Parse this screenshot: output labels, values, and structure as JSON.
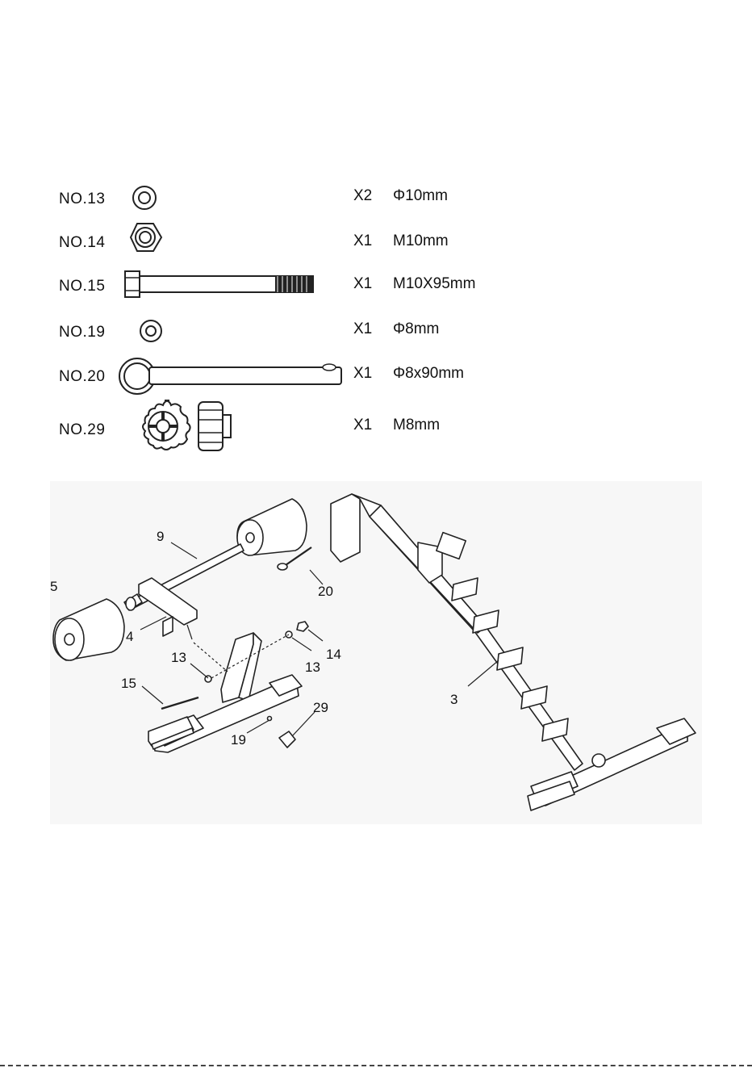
{
  "parts": [
    {
      "no": "NO.13",
      "qty": "X2",
      "spec": "Φ10mm",
      "icon": "washer-icon"
    },
    {
      "no": "NO.14",
      "qty": "X1",
      "spec": "M10mm",
      "icon": "hex-nut-icon"
    },
    {
      "no": "NO.15",
      "qty": "X1",
      "spec": "M10X95mm",
      "icon": "hex-bolt-icon"
    },
    {
      "no": "NO.19",
      "qty": "X1",
      "spec": "Φ8mm",
      "icon": "small-washer-icon"
    },
    {
      "no": "NO.20",
      "qty": "X1",
      "spec": "Φ8x90mm",
      "icon": "ring-pin-icon"
    },
    {
      "no": "NO.29",
      "qty": "X1",
      "spec": "M8mm",
      "icon": "knob-icon"
    }
  ],
  "diagram": {
    "callouts": [
      "5",
      "9",
      "4",
      "13",
      "15",
      "19",
      "29",
      "13",
      "14",
      "20",
      "3"
    ]
  }
}
